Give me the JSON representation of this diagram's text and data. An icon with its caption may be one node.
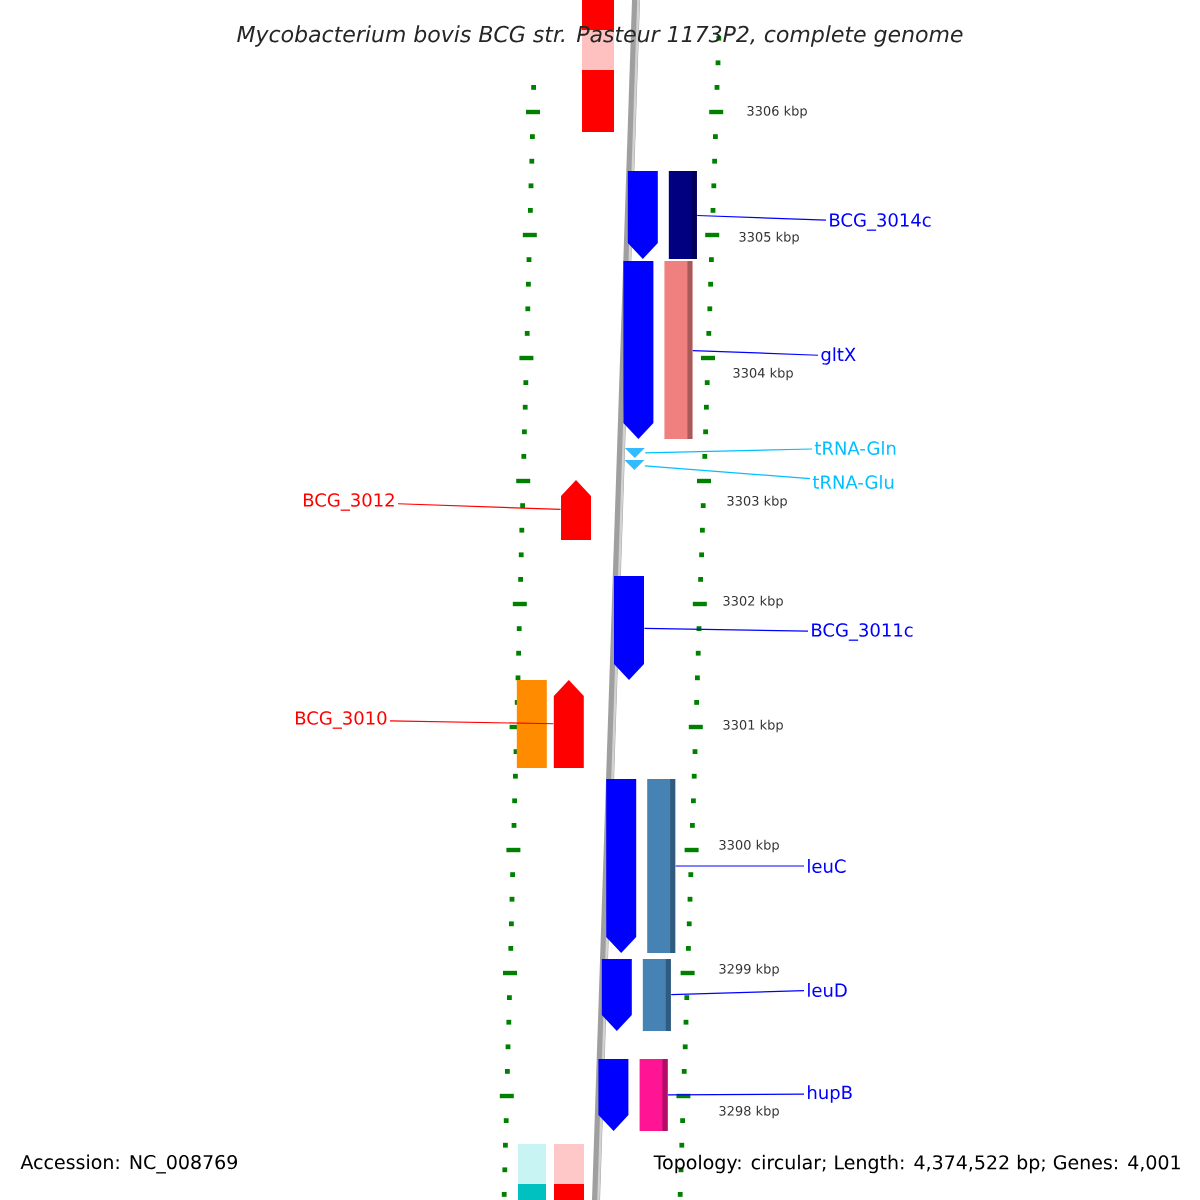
{
  "diagram": {
    "title": "Mycobacterium bovis BCG str. Pasteur 1173P2, complete genome",
    "nodes": [
      {
        "text": [
          "BCG_3014c"
        ]
      },
      {
        "text": [],
        "shape": "bar"
      },
      {
        "text": [
          "gltX"
        ]
      },
      {
        "text": [],
        "shape": "bar"
      },
      {
        "text": [
          "tRNA-Gln"
        ]
      },
      {
        "text": [],
        "shape": "chevron"
      },
      {
        "text": [
          "tRNA-Glu"
        ]
      },
      {
        "text": [],
        "shape": "chevron"
      },
      {
        "text": [
          "BCG_3012"
        ]
      },
      {
        "text": [],
        "shape": "arrow"
      },
      {
        "text": [
          "BCG_3011c"
        ]
      },
      {
        "text": [],
        "shape": "arrow"
      },
      {
        "text": [
          "BCG_3010"
        ]
      },
      {
        "text": [],
        "shape": "arrow"
      },
      {
        "text": [
          "leuC"
        ]
      },
      {
        "text": [],
        "shape": "bar"
      },
      {
        "text": [
          "leuD"
        ]
      },
      {
        "text": [],
        "shape": "bar"
      },
      {
        "text": [
          "hupB"
        ]
      },
      {
        "text": [],
        "shape": "bar"
      }
    ],
    "edges": [
      {
        "from": 0,
        "to": 1,
        "arrow": "none"
      },
      {
        "from": 2,
        "to": 3,
        "arrow": "none"
      },
      {
        "from": 4,
        "to": 5,
        "arrow": "none",
        "color": "#00bfff"
      },
      {
        "from": 6,
        "to": 7,
        "arrow": "none",
        "color": "#00bfff"
      },
      {
        "from": 8,
        "to": 9,
        "arrow": "none",
        "color": "#ff0000"
      },
      {
        "from": 10,
        "to": 11,
        "arrow": "none"
      },
      {
        "from": 12,
        "to": 13,
        "arrow": "none",
        "color": "#ff0000"
      },
      {
        "from": 14,
        "to": 15,
        "arrow": "none"
      },
      {
        "from": 16,
        "to": 17,
        "arrow": "none"
      },
      {
        "from": 18,
        "to": 19,
        "arrow": "none"
      }
    ],
    "labels": [
      "3306 kbp",
      "3305 kbp",
      "3304 kbp",
      "3303 kbp",
      "3302 kbp",
      "3301 kbp",
      "3300 kbp",
      "3299 kbp",
      "3298 kbp",
      "Accession: NC_008769",
      "Topology: circular; Length: 4,374,522 bp; Genes: 4,001"
    ]
  }
}
